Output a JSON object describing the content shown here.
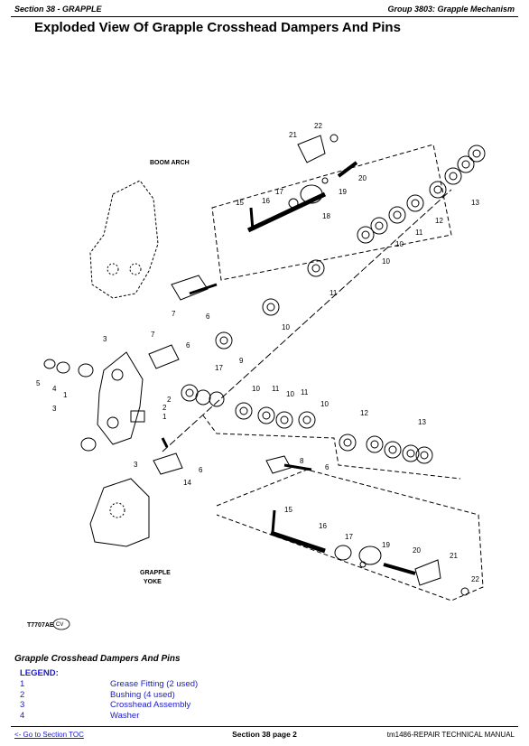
{
  "header": {
    "section": "Section 38 - GRAPPLE",
    "group": "Group 3803: Grapple Mechanism"
  },
  "title": "Exploded View Of Grapple Crosshead Dampers And Pins",
  "figure": {
    "labels": {
      "boom_arch": "BOOM ARCH",
      "grapple_yoke_1": "GRAPPLE",
      "grapple_yoke_2": "YOKE",
      "ref_code": "T7707AE",
      "ref_badge": "CV"
    },
    "callouts": {
      "c22a": "22",
      "c21a": "21",
      "c19a": "19",
      "c20a": "20",
      "c17a": "17",
      "c15a": "15",
      "c16a": "16",
      "c18a": "18",
      "c13a": "13",
      "c12a": "12",
      "c11a": "11",
      "c10a": "10",
      "c10b": "10",
      "c11b": "11",
      "c7a": "7",
      "c6a": "6",
      "c10c": "10",
      "c7b": "7",
      "c6b": "6",
      "c3a": "3",
      "c9a": "9",
      "c17b": "17",
      "c5a": "5",
      "c4a": "4",
      "c1a": "1",
      "c2a": "2",
      "c3b": "3",
      "c2b": "2",
      "c1b": "1",
      "c3c": "3",
      "c10d": "10",
      "c11c": "11",
      "c10e": "10",
      "c11d": "11",
      "c10f": "10",
      "c12b": "12",
      "c13b": "13",
      "c8a": "8",
      "c6c": "6",
      "c6d": "6",
      "c14a": "14",
      "c15b": "15",
      "c16b": "16",
      "c17c": "17",
      "c19b": "19",
      "c20b": "20",
      "c21b": "21",
      "c22b": "22"
    }
  },
  "caption": "Grapple Crosshead Dampers And Pins",
  "legend": {
    "heading": "LEGEND:",
    "items": [
      {
        "num": "1",
        "desc": "Grease Fitting (2 used)"
      },
      {
        "num": "2",
        "desc": "Bushing (4 used)"
      },
      {
        "num": "3",
        "desc": "Crosshead Assembly"
      },
      {
        "num": "4",
        "desc": "Washer"
      }
    ]
  },
  "footer": {
    "toc_link": "<- Go to Section TOC",
    "page": "Section 38 page 2",
    "manual": "tm1486-REPAIR TECHNICAL MANUAL"
  }
}
